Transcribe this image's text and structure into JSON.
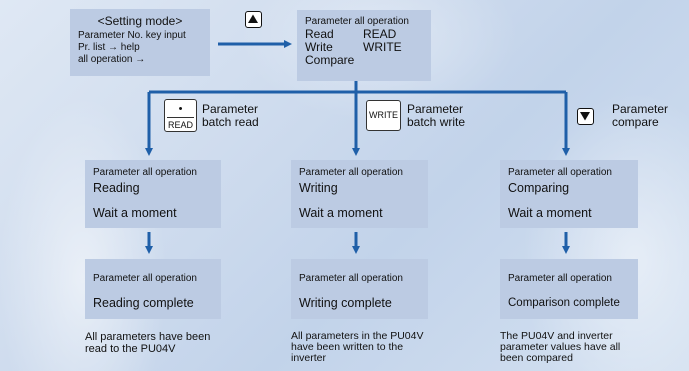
{
  "colors": {
    "box": "#bccbe3",
    "arrow": "#1f5fa8"
  },
  "setting_box": {
    "title": "<Setting mode>",
    "line1": "Parameter No. key input",
    "line2": "Pr. list → help",
    "line3": "all operation →"
  },
  "menu_box": {
    "title": "Parameter all operation",
    "read_label": "Read",
    "read_value": "READ",
    "write_label": "Write",
    "write_value": "WRITE",
    "compare_label": "Compare"
  },
  "up_button_icon": "up-triangle",
  "branches": [
    {
      "key_icon": "read-key",
      "key_dot": "•",
      "key_text": "READ",
      "key_label_line1": "Parameter",
      "key_label_line2": "batch read",
      "progress_title": "Parameter all operation",
      "progress_status": "Reading",
      "progress_wait": "Wait a moment",
      "done_title": "Parameter all operation",
      "done_status": "Reading complete",
      "caption_line1": "All parameters have been",
      "caption_line2": "read to the PU04V",
      "caption_line3": ""
    },
    {
      "key_icon": "write-key",
      "key_dot": "",
      "key_text": "WRITE",
      "key_label_line1": "Parameter",
      "key_label_line2": "batch write",
      "progress_title": "Parameter all operation",
      "progress_status": "Writing",
      "progress_wait": "Wait a moment",
      "done_title": "Parameter all operation",
      "done_status": "Writing complete",
      "caption_line1": "All parameters in the PU04V",
      "caption_line2": "have been written to the",
      "caption_line3": "inverter"
    },
    {
      "key_icon": "down-triangle-key",
      "key_dot": "",
      "key_text": "",
      "key_label_line1": "Parameter",
      "key_label_line2": "compare",
      "progress_title": "Parameter all operation",
      "progress_status": "Comparing",
      "progress_wait": "Wait a moment",
      "done_title": "Parameter all operation",
      "done_status": "Comparison complete",
      "caption_line1": "The PU04V and inverter",
      "caption_line2": "parameter values have all",
      "caption_line3": "been compared"
    }
  ]
}
